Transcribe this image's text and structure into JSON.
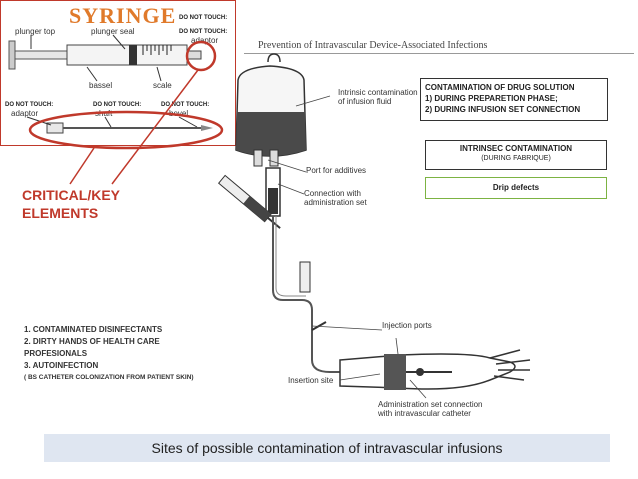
{
  "syringe": {
    "title": "SYRINGE",
    "labels": {
      "plunger_top": "plunger top",
      "plunger_seal": "plunger seal",
      "bassel": "bassel",
      "scale": "scale",
      "adaptor": "adaptor",
      "shaft": "shaft",
      "bevel": "bevel"
    },
    "warnings": {
      "top_right_l1": "DO NOT TOUCH:",
      "top_right_l2": "DO NOT TOUCH:",
      "bottom_left": "DO NOT TOUCH:",
      "bottom_mid": "DO NOT TOUCH:",
      "bottom_right": "DO NOT TOUCH:",
      "adaptor_top": "adaptor"
    }
  },
  "document_title": "Prevention of Intravascular Device-Associated Infections",
  "diagram_labels": {
    "intrinsic": [
      "Intrinsic contamination",
      "of infusion fluid"
    ],
    "port": "Port for additives",
    "connection": [
      "Connection with",
      "administration set"
    ],
    "injection": "Injection ports",
    "insertion": "Insertion site",
    "admin": [
      "Administration set connection",
      "with intravascular catheter"
    ]
  },
  "boxes": {
    "drug_solution": [
      "CONTAMINATION OF DRUG SOLUTION",
      "1)   DURING PREPARETION PHASE;",
      "2) DURING  INFUSION SET CONNECTION"
    ],
    "intrinsec": {
      "title": "INTRINSEC CONTAMINATION",
      "subtitle": "(DURING FABRIQUE)"
    },
    "drip": "Drip defects"
  },
  "critical_label": [
    "CRITICAL/KEY",
    "ELEMENTS"
  ],
  "causes": [
    "1. CONTAMINATED DISINFECTANTS",
    "2. DIRTY HANDS  OF HEALTH CARE",
    "PROFESIONALS",
    "3. AUTOINFECTION",
    "( BS CATHETER  COLONIZATION FROM PATIENT SKIN)"
  ],
  "caption": "Sites of possible contamination of intravascular infusions",
  "colors": {
    "accent_red": "#c0392b",
    "syringe_title": "#e07a2b",
    "caption_bg": "#dfe6f1",
    "drip_border": "#7cb342"
  }
}
